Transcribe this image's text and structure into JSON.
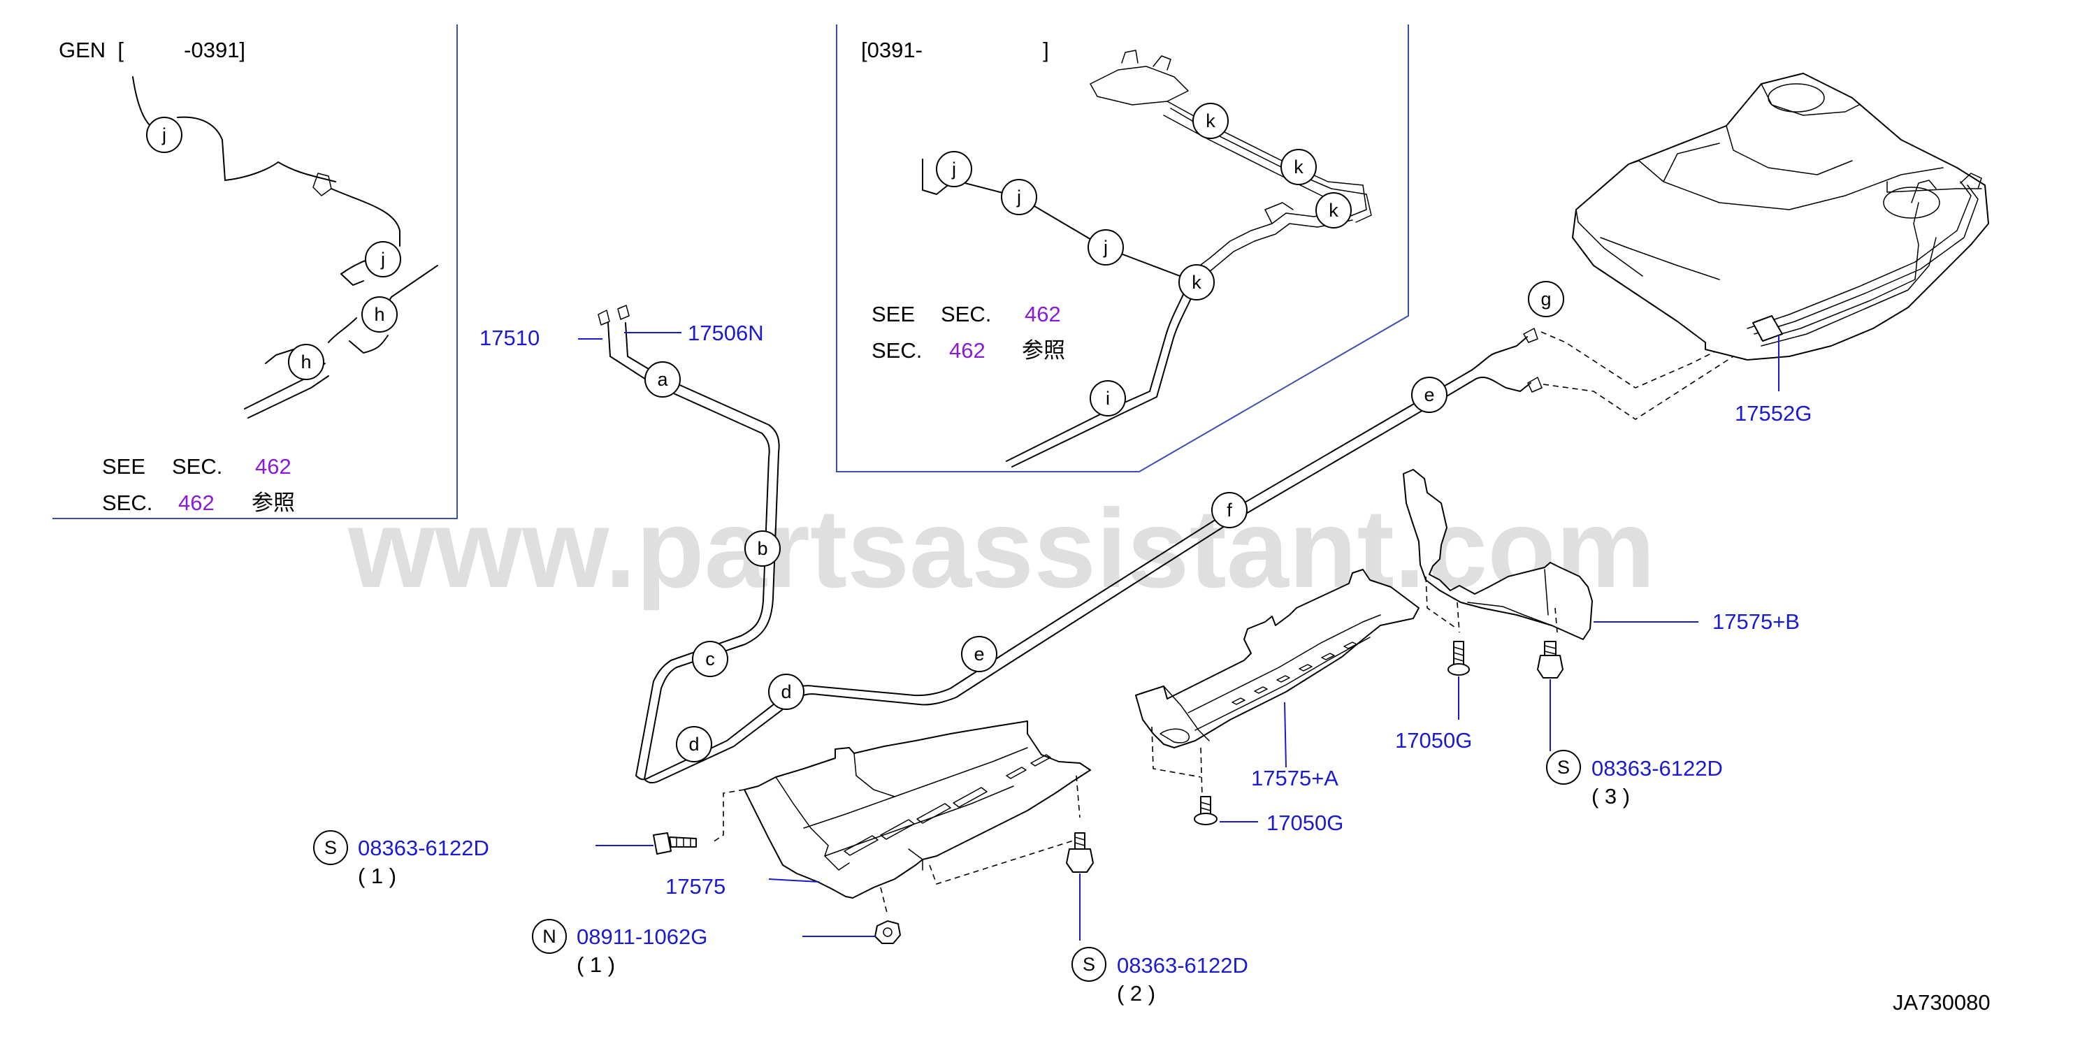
{
  "watermark": "www.partsassistant.com",
  "drawing_code": "JA730080",
  "inset_left": {
    "range": "GEN  [          -0391]",
    "note_line1": {
      "see": "SEE",
      "sec": "SEC.",
      "num": "462"
    },
    "note_line2": {
      "sec": "SEC.",
      "num": "462",
      "ref": "参照"
    }
  },
  "inset_center": {
    "range": "[0391-                    ]",
    "note_line1": {
      "see": "SEE",
      "sec": "SEC.",
      "num": "462"
    },
    "note_line2": {
      "sec": "SEC.",
      "num": "462",
      "ref": "参照"
    }
  },
  "part_labels": {
    "p17510": "17510",
    "p17506N": "17506N",
    "p17552G": "17552G",
    "p17575B": "17575+B",
    "p17050G_upper": "17050G",
    "p17575A": "17575+A",
    "p17050G_lower": "17050G",
    "p17575": "17575"
  },
  "fasteners": {
    "s1": {
      "symbol": "S",
      "number": "08363-6122D",
      "qty": "( 1 )"
    },
    "n1": {
      "symbol": "N",
      "number": "08911-1062G",
      "qty": "( 1 )"
    },
    "s2": {
      "symbol": "S",
      "number": "08363-6122D",
      "qty": "( 2 )"
    },
    "s3": {
      "symbol": "S",
      "number": "08363-6122D",
      "qty": "( 3 )"
    }
  },
  "callouts": {
    "a": "a",
    "b": "b",
    "c": "c",
    "d": "d",
    "e": "e",
    "f": "f",
    "g": "g",
    "h": "h",
    "i": "i",
    "j": "j",
    "k": "k"
  },
  "colors": {
    "part_number": "#1a1ad0",
    "section_ref": "#8a1ad8",
    "inset_border": "#3a4fb0"
  }
}
